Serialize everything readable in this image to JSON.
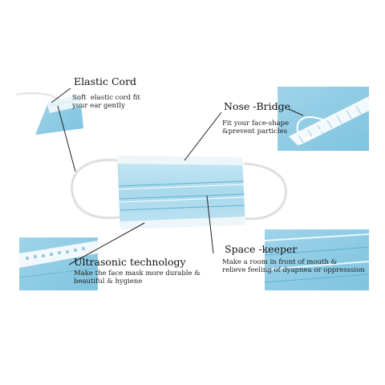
{
  "callouts": {
    "elastic_cord": {
      "title": "Elastic Cord",
      "desc": "Soft  elastic cord fit\nyour ear gently"
    },
    "nose_bridge": {
      "title": "Nose -Bridge",
      "desc": "Fit your face-shape\n&prevent particles"
    },
    "ultrasonic": {
      "title": "Ultrasonic technology",
      "desc": "Make the face mask more durable &\nbeautiful & hygiene"
    },
    "space_keeper": {
      "title": "Space -keeper",
      "desc": "Make a room in front of mouth &\nrelieve feeling of dyapnea or oppresssion"
    }
  },
  "colors": {
    "mask_blue": "#a9d9ec",
    "mask_blue_dark": "#7fc3de",
    "pleat_line": "#5fb0d3",
    "mask_edge": "#eef6fa",
    "leader_line": "#222222"
  }
}
